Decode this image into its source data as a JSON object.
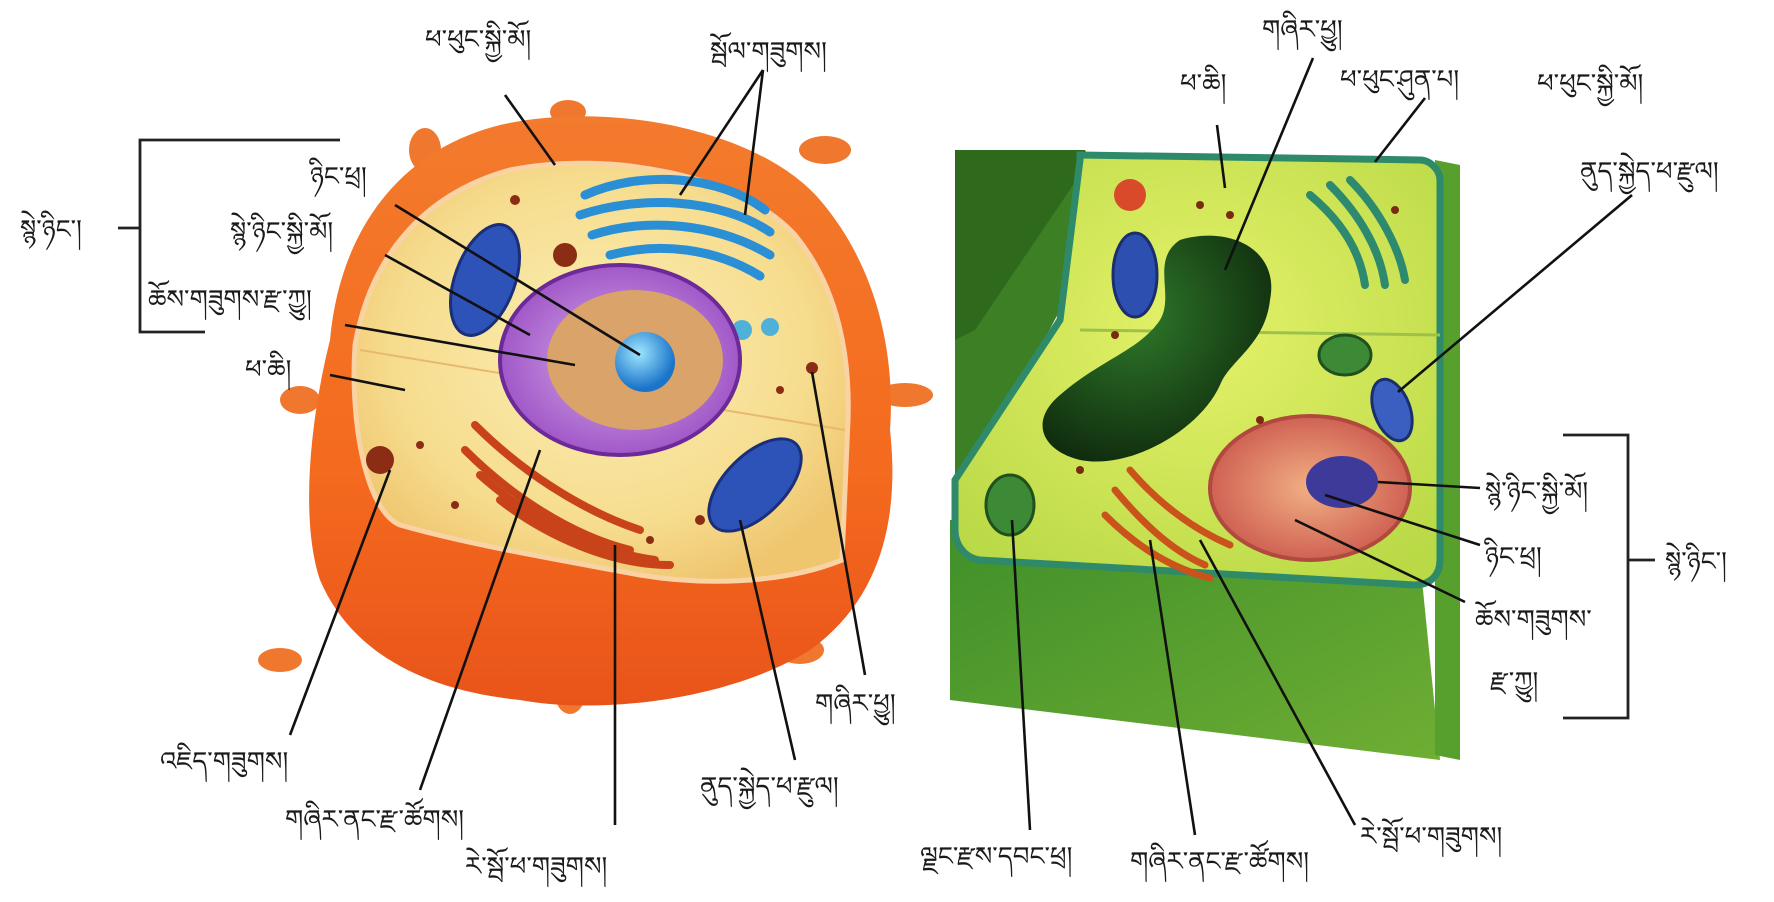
{
  "animal_cell": {
    "cell_membrane": "ཕ་ཕུང་སྐྱི་མོ།",
    "golgi_body": "སྦོལ་གཟུགས།",
    "nucleolus": "ཉིང་ཕྲ།",
    "nuclear_membrane": "སྙེ་ཉིང་སྐྱི་མོ།",
    "chromatin": "ཆོས་གཟུགས་རྫ་ཀྱུ།",
    "cytoplasm": "ཕ་ཆི།",
    "nucleus_group": "སྙེ་ཉིང་།",
    "lysosome": "འཇིད་གཟུགས།",
    "smooth_er": "གཞིར་ནང་རྫ་ཚོགས།",
    "ribosome": "རེ་སྦོ་ཕ་གཟུགས།",
    "mitochondrion": "ནུད་སྐྱེད་ཕ་རྫུལ།",
    "centrosome": "གཞིར་ཕྱུ།"
  },
  "plant_cell": {
    "vacuole": "གཞིར་ཕྱུ།",
    "cytoplasm": "ཕ་ཆི།",
    "cell_wall": "ཕ་ཕུང་ཤུན་པ།",
    "cell_membrane": "ཕ་ཕུང་སྐྱི་མོ།",
    "mitochondrion": "ནུད་སྐྱེད་ཕ་རྫུལ།",
    "nuclear_membrane": "སྙེ་ཉིང་སྐྱི་མོ།",
    "nucleolus": "ཉིང་ཕྲ།",
    "chromatin_line1": "ཆོས་གཟུགས་",
    "chromatin_line2": "རྫ་ཀྱུ།",
    "nucleus_group": "སྙེ་ཉིང་།",
    "chloroplast": "ལྗང་རྫས་དབང་ཕྲ།",
    "smooth_er": "གཞིར་ནང་རྫ་ཚོགས།",
    "ribosome": "རེ་སྦོ་ཕ་གཟུགས།"
  }
}
